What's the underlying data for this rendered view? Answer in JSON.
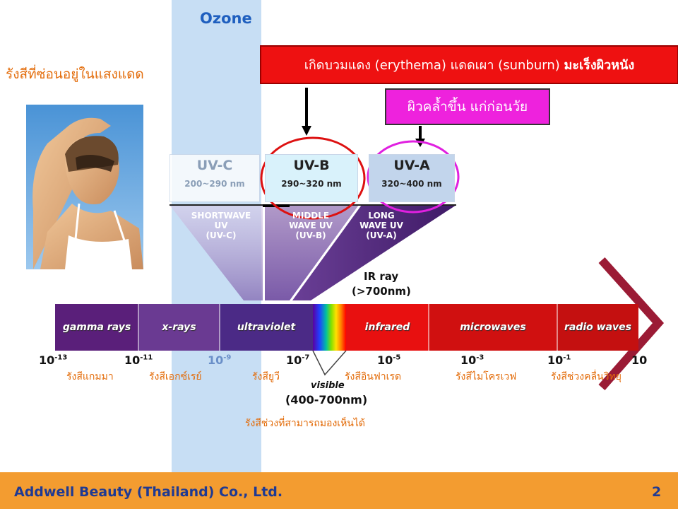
{
  "ozone": {
    "label": "Ozone"
  },
  "hidden_rays": "รังสีที่ซ่อนอยู่ในแสงแดด",
  "effects": {
    "red_banner_text": "เกิดบวมแดง (erythema) แดดเผา (sunburn)",
    "red_banner_bold": "มะเร็งผิวหนัง",
    "magenta_banner": "ผิวคล้ำขึ้น แก่ก่อนวัย"
  },
  "uv_boxes": [
    {
      "name": "UV-C",
      "range": "200~290 nm"
    },
    {
      "name": "UV-B",
      "range": "290~320 nm"
    },
    {
      "name": "UV-A",
      "range": "320~400 nm"
    }
  ],
  "wedges": [
    {
      "line1": "SHORTWAVE",
      "line2": "UV",
      "line3": "(UV-C)"
    },
    {
      "line1": "MIDDLE",
      "line2": "WAVE UV",
      "line3": "(UV-B)"
    },
    {
      "line1": "LONG",
      "line2": "WAVE UV",
      "line3": "(UV-A)"
    }
  ],
  "ir_ray": {
    "label": "IR ray",
    "range": "(>700nm)"
  },
  "spectrum": {
    "bands": [
      "gamma rays",
      "x-rays",
      "ultraviolet",
      "infrared",
      "microwaves",
      "radio waves"
    ],
    "ticks": [
      {
        "base": "10",
        "exp": "-13"
      },
      {
        "base": "10",
        "exp": "-11"
      },
      {
        "base": "10",
        "exp": "-9"
      },
      {
        "base": "10",
        "exp": "-7"
      },
      {
        "base": "10",
        "exp": "-5"
      },
      {
        "base": "10",
        "exp": "-3"
      },
      {
        "base": "10",
        "exp": "-1"
      },
      {
        "base": "10",
        "exp": ""
      }
    ],
    "thai_labels": [
      "รังสีแกมมา",
      "รังสีเอกซ์เรย์",
      "รังสียูวี",
      "รังสีอินฟาเรด",
      "รังสีไมโครเวฟ",
      "รังสีช่วงคลื่นวิทยุ"
    ],
    "visible_label": "visible",
    "visible_range": "(400-700nm)",
    "visible_thai": "รังสีช่วงที่สามารถมองเห็นได้"
  },
  "colors": {
    "ozone": "#c7def4",
    "footer": "#f39c30",
    "footer_text": "#1f3a93",
    "thai_orange": "#e36c0a",
    "red_banner": "#ee1111",
    "magenta_banner": "#ee22dd",
    "circle_red": "#dd1111",
    "circle_magenta": "#e020e0",
    "arrow": "#8b1a2b"
  },
  "footer": {
    "company": "Addwell Beauty (Thailand) Co., Ltd.",
    "page": "2"
  }
}
